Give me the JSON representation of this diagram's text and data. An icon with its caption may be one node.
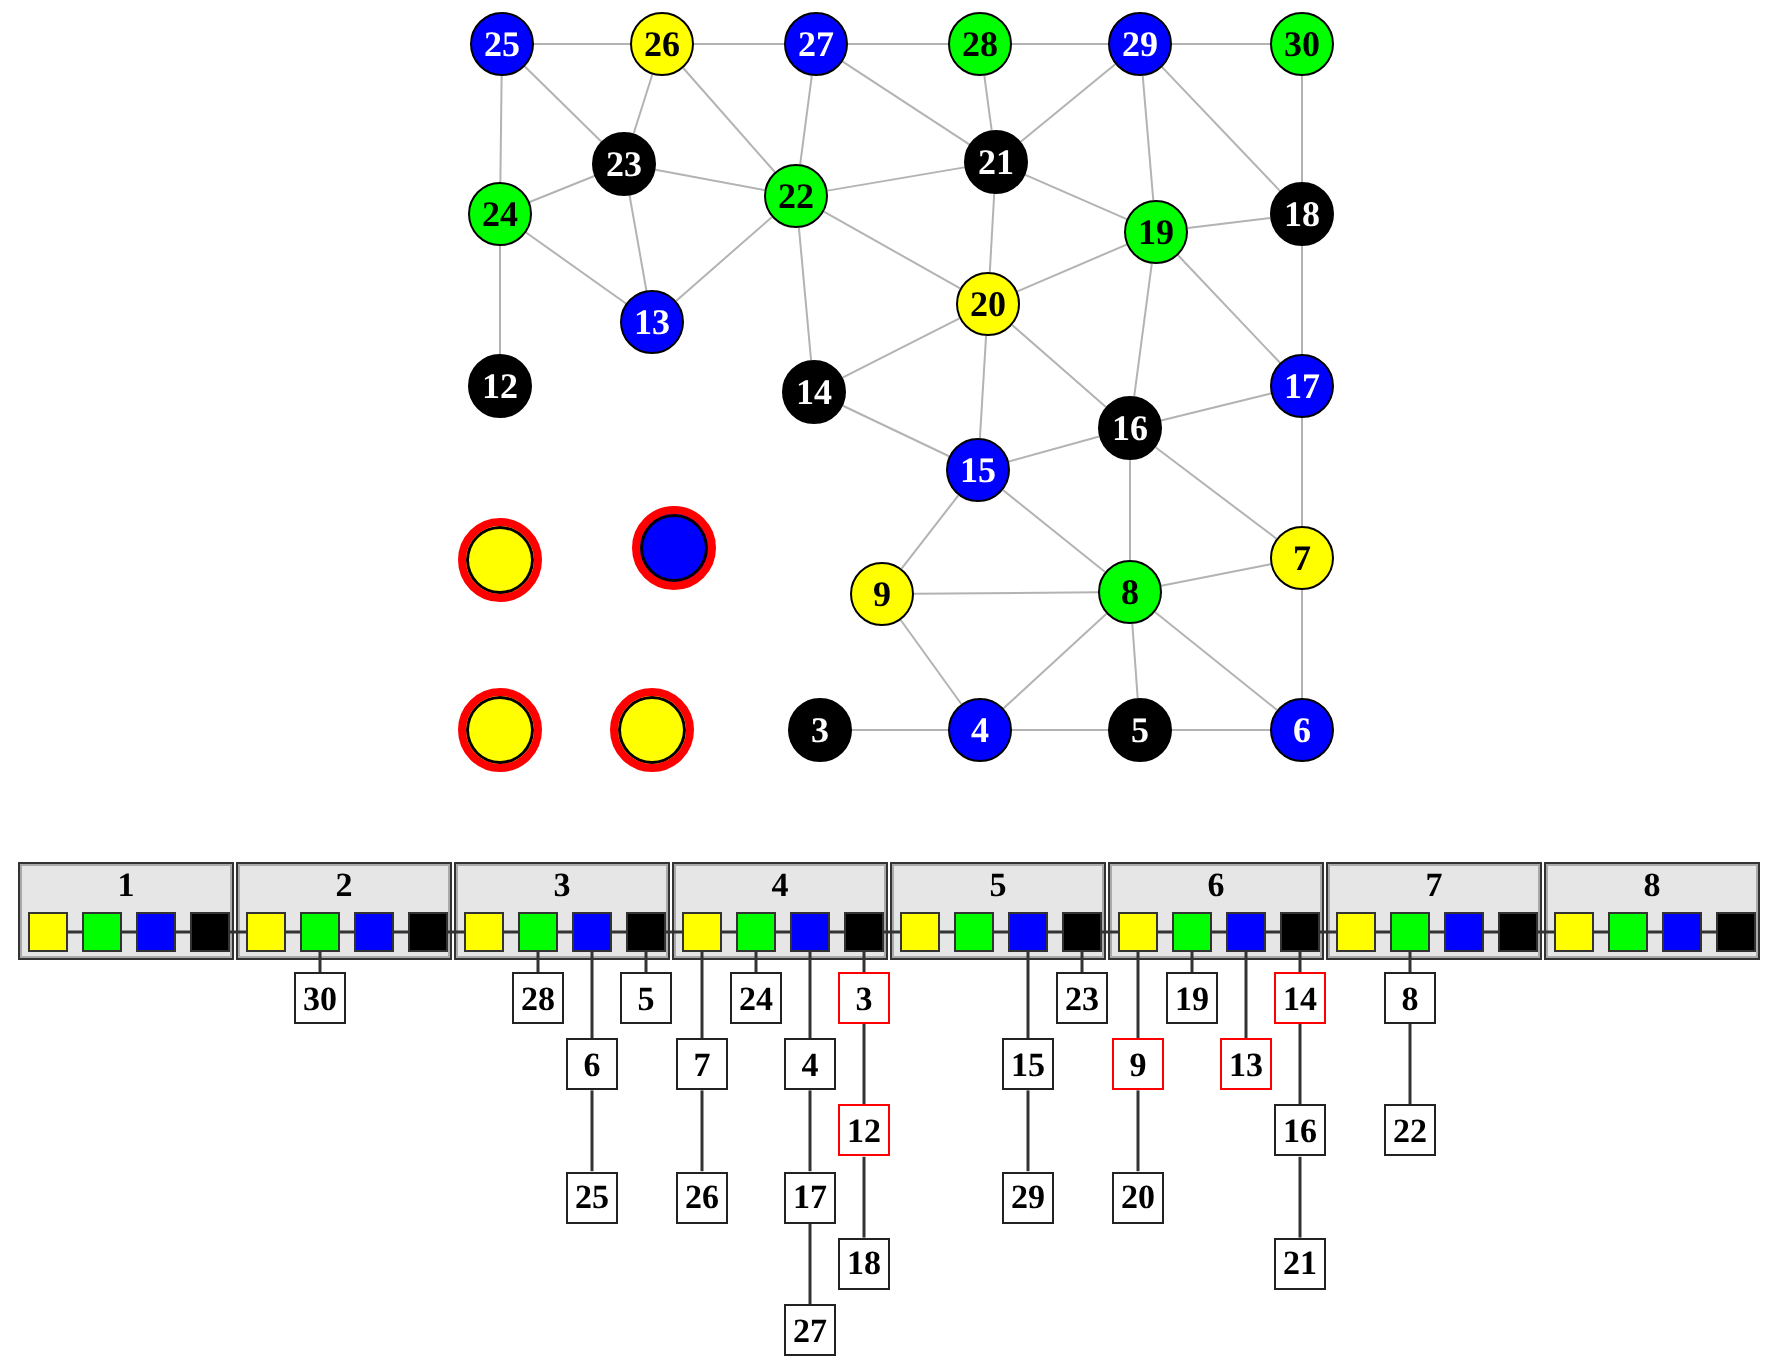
{
  "diagram": {
    "nodes": [
      {
        "text": [
          "25"
        ]
      },
      {
        "text": [
          "26"
        ]
      },
      {
        "text": [
          "27"
        ]
      },
      {
        "text": [
          "28"
        ]
      },
      {
        "text": [
          "29"
        ]
      },
      {
        "text": [
          "30"
        ]
      },
      {
        "text": [
          "23"
        ]
      },
      {
        "text": [
          "21"
        ]
      },
      {
        "text": [
          "24"
        ]
      },
      {
        "text": [
          "22"
        ]
      },
      {
        "text": [
          "18"
        ]
      },
      {
        "text": [
          "19"
        ]
      },
      {
        "text": [
          "20"
        ]
      },
      {
        "text": [
          "13"
        ]
      },
      {
        "text": [
          "12"
        ]
      },
      {
        "text": [
          "14"
        ]
      },
      {
        "text": [
          "17"
        ]
      },
      {
        "text": [
          "16"
        ]
      },
      {
        "text": [
          "15"
        ]
      },
      {
        "text": [],
        "shape": "circle"
      },
      {
        "text": [],
        "shape": "circle"
      },
      {
        "text": [
          "7"
        ]
      },
      {
        "text": [
          "8"
        ]
      },
      {
        "text": [
          "9"
        ]
      },
      {
        "text": [],
        "shape": "circle"
      },
      {
        "text": [],
        "shape": "circle"
      },
      {
        "text": [
          "3"
        ]
      },
      {
        "text": [
          "4"
        ]
      },
      {
        "text": [
          "5"
        ]
      },
      {
        "text": [
          "6"
        ]
      },
      {
        "text": [
          "1"
        ]
      },
      {
        "text": [
          "2"
        ]
      },
      {
        "text": [
          "3"
        ]
      },
      {
        "text": [
          "4"
        ]
      },
      {
        "text": [
          "5"
        ]
      },
      {
        "text": [
          "6"
        ]
      },
      {
        "text": [
          "7"
        ]
      },
      {
        "text": [
          "8"
        ]
      },
      {
        "text": [],
        "shape": "box",
        "in": 30
      },
      {
        "text": [],
        "shape": "box",
        "in": 30
      },
      {
        "text": [],
        "shape": "box",
        "in": 30
      },
      {
        "text": [],
        "shape": "box",
        "in": 30
      },
      {
        "text": [],
        "shape": "box",
        "in": 31
      },
      {
        "text": [],
        "shape": "box",
        "in": 31
      },
      {
        "text": [],
        "shape": "box",
        "in": 31
      },
      {
        "text": [],
        "shape": "box",
        "in": 31
      },
      {
        "text": [],
        "shape": "box",
        "in": 32
      },
      {
        "text": [],
        "shape": "box",
        "in": 32
      },
      {
        "text": [],
        "shape": "box",
        "in": 32
      },
      {
        "text": [],
        "shape": "box",
        "in": 32
      },
      {
        "text": [],
        "shape": "box",
        "in": 33
      },
      {
        "text": [],
        "shape": "box",
        "in": 33
      },
      {
        "text": [],
        "shape": "box",
        "in": 33
      },
      {
        "text": [],
        "shape": "box",
        "in": 33
      },
      {
        "text": [],
        "shape": "box",
        "in": 34
      },
      {
        "text": [],
        "shape": "box",
        "in": 34
      },
      {
        "text": [],
        "shape": "box",
        "in": 34
      },
      {
        "text": [],
        "shape": "box",
        "in": 34
      },
      {
        "text": [],
        "shape": "box",
        "in": 35
      },
      {
        "text": [],
        "shape": "box",
        "in": 35
      },
      {
        "text": [],
        "shape": "box",
        "in": 35
      },
      {
        "text": [],
        "shape": "box",
        "in": 35
      },
      {
        "text": [],
        "shape": "box",
        "in": 36
      },
      {
        "text": [],
        "shape": "box",
        "in": 36
      },
      {
        "text": [],
        "shape": "box",
        "in": 36
      },
      {
        "text": [],
        "shape": "box",
        "in": 36
      },
      {
        "text": [],
        "shape": "box",
        "in": 37
      },
      {
        "text": [],
        "shape": "box",
        "in": 37
      },
      {
        "text": [],
        "shape": "box",
        "in": 37
      },
      {
        "text": [],
        "shape": "box",
        "in": 37
      },
      {
        "text": [
          "30"
        ]
      },
      {
        "text": [
          "28"
        ]
      },
      {
        "text": [
          "6"
        ]
      },
      {
        "text": [
          "25"
        ]
      },
      {
        "text": [
          "5"
        ]
      },
      {
        "text": [
          "7"
        ]
      },
      {
        "text": [
          "26"
        ]
      },
      {
        "text": [
          "24"
        ]
      },
      {
        "text": [
          "4"
        ]
      },
      {
        "text": [
          "17"
        ]
      },
      {
        "text": [
          "27"
        ]
      },
      {
        "text": [
          "3"
        ]
      },
      {
        "text": [
          "12"
        ]
      },
      {
        "text": [
          "18"
        ]
      },
      {
        "text": [
          "15"
        ]
      },
      {
        "text": [
          "29"
        ]
      },
      {
        "text": [
          "23"
        ]
      },
      {
        "text": [
          "9"
        ]
      },
      {
        "text": [
          "20"
        ]
      },
      {
        "text": [
          "19"
        ]
      },
      {
        "text": [
          "13"
        ]
      },
      {
        "text": [
          "14"
        ]
      },
      {
        "text": [
          "16"
        ]
      },
      {
        "text": [
          "21"
        ]
      },
      {
        "text": [
          "8"
        ]
      },
      {
        "text": [
          "22"
        ]
      }
    ],
    "edges": [
      {
        "from": 0,
        "to": 1,
        "arrow": "none",
        "color": "#b3b3b3"
      },
      {
        "from": 1,
        "to": 2,
        "arrow": "none",
        "color": "#b3b3b3"
      },
      {
        "from": 2,
        "to": 3,
        "arrow": "none",
        "color": "#b3b3b3"
      },
      {
        "from": 3,
        "to": 4,
        "arrow": "none",
        "color": "#b3b3b3"
      },
      {
        "from": 4,
        "to": 5,
        "arrow": "none",
        "color": "#b3b3b3"
      },
      {
        "from": 0,
        "to": 6,
        "arrow": "none",
        "color": "#b3b3b3"
      },
      {
        "from": 0,
        "to": 8,
        "arrow": "none",
        "color": "#b3b3b3"
      },
      {
        "from": 1,
        "to": 6,
        "arrow": "none",
        "color": "#b3b3b3"
      },
      {
        "from": 1,
        "to": 9,
        "arrow": "none",
        "color": "#b3b3b3"
      },
      {
        "from": 2,
        "to": 9,
        "arrow": "none",
        "color": "#b3b3b3"
      },
      {
        "from": 2,
        "to": 7,
        "arrow": "none",
        "color": "#b3b3b3"
      },
      {
        "from": 3,
        "to": 7,
        "arrow": "none",
        "color": "#b3b3b3"
      },
      {
        "from": 4,
        "to": 7,
        "arrow": "none",
        "color": "#b3b3b3"
      },
      {
        "from": 4,
        "to": 11,
        "arrow": "none",
        "color": "#b3b3b3"
      },
      {
        "from": 4,
        "to": 10,
        "arrow": "none",
        "color": "#b3b3b3"
      },
      {
        "from": 5,
        "to": 10,
        "arrow": "none",
        "color": "#b3b3b3"
      },
      {
        "from": 6,
        "to": 8,
        "arrow": "none",
        "color": "#b3b3b3"
      },
      {
        "from": 6,
        "to": 9,
        "arrow": "none",
        "color": "#b3b3b3"
      },
      {
        "from": 6,
        "to": 13,
        "arrow": "none",
        "color": "#b3b3b3"
      },
      {
        "from": 8,
        "to": 13,
        "arrow": "none",
        "color": "#b3b3b3"
      },
      {
        "from": 8,
        "to": 14,
        "arrow": "none",
        "color": "#b3b3b3"
      },
      {
        "from": 9,
        "to": 13,
        "arrow": "none",
        "color": "#b3b3b3"
      },
      {
        "from": 9,
        "to": 7,
        "arrow": "none",
        "color": "#b3b3b3"
      },
      {
        "from": 9,
        "to": 12,
        "arrow": "none",
        "color": "#b3b3b3"
      },
      {
        "from": 9,
        "to": 15,
        "arrow": "none",
        "color": "#b3b3b3"
      },
      {
        "from": 7,
        "to": 11,
        "arrow": "none",
        "color": "#b3b3b3"
      },
      {
        "from": 7,
        "to": 12,
        "arrow": "none",
        "color": "#b3b3b3"
      },
      {
        "from": 11,
        "to": 10,
        "arrow": "none",
        "color": "#b3b3b3"
      },
      {
        "from": 11,
        "to": 12,
        "arrow": "none",
        "color": "#b3b3b3"
      },
      {
        "from": 11,
        "to": 16,
        "arrow": "none",
        "color": "#b3b3b3"
      },
      {
        "from": 11,
        "to": 17,
        "arrow": "none",
        "color": "#b3b3b3"
      },
      {
        "from": 10,
        "to": 16,
        "arrow": "none",
        "color": "#b3b3b3"
      },
      {
        "from": 12,
        "to": 15,
        "arrow": "none",
        "color": "#b3b3b3"
      },
      {
        "from": 12,
        "to": 18,
        "arrow": "none",
        "color": "#b3b3b3"
      },
      {
        "from": 12,
        "to": 17,
        "arrow": "none",
        "color": "#b3b3b3"
      },
      {
        "from": 15,
        "to": 18,
        "arrow": "none",
        "color": "#b3b3b3"
      },
      {
        "from": 16,
        "to": 17,
        "arrow": "none",
        "color": "#b3b3b3"
      },
      {
        "from": 16,
        "to": 21,
        "arrow": "none",
        "color": "#b3b3b3"
      },
      {
        "from": 17,
        "to": 18,
        "arrow": "none",
        "color": "#b3b3b3"
      },
      {
        "from": 17,
        "to": 22,
        "arrow": "none",
        "color": "#b3b3b3"
      },
      {
        "from": 17,
        "to": 21,
        "arrow": "none",
        "color": "#b3b3b3"
      },
      {
        "from": 18,
        "to": 23,
        "arrow": "none",
        "color": "#b3b3b3"
      },
      {
        "from": 18,
        "to": 22,
        "arrow": "none",
        "color": "#b3b3b3"
      },
      {
        "from": 23,
        "to": 22,
        "arrow": "none",
        "color": "#b3b3b3"
      },
      {
        "from": 23,
        "to": 27,
        "arrow": "none",
        "color": "#b3b3b3"
      },
      {
        "from": 22,
        "to": 21,
        "arrow": "none",
        "color": "#b3b3b3"
      },
      {
        "from": 22,
        "to": 27,
        "arrow": "none",
        "color": "#b3b3b3"
      },
      {
        "from": 22,
        "to": 28,
        "arrow": "none",
        "color": "#b3b3b3"
      },
      {
        "from": 22,
        "to": 29,
        "arrow": "none",
        "color": "#b3b3b3"
      },
      {
        "from": 21,
        "to": 29,
        "arrow": "none",
        "color": "#b3b3b3"
      },
      {
        "from": 26,
        "to": 27,
        "arrow": "none",
        "color": "#b3b3b3"
      },
      {
        "from": 27,
        "to": 28,
        "arrow": "none",
        "color": "#b3b3b3"
      },
      {
        "from": 28,
        "to": 29,
        "arrow": "none",
        "color": "#b3b3b3"
      },
      {
        "from": 38,
        "to": 39,
        "arrow": "none"
      },
      {
        "from": 39,
        "to": 40,
        "arrow": "none"
      },
      {
        "from": 40,
        "to": 41,
        "arrow": "none"
      },
      {
        "from": 41,
        "to": 42,
        "arrow": "none"
      },
      {
        "from": 42,
        "to": 43,
        "arrow": "none"
      },
      {
        "from": 43,
        "to": 44,
        "arrow": "none"
      },
      {
        "from": 44,
        "to": 45,
        "arrow": "none"
      },
      {
        "from": 45,
        "to": 46,
        "arrow": "none"
      },
      {
        "from": 46,
        "to": 47,
        "arrow": "none"
      },
      {
        "from": 47,
        "to": 48,
        "arrow": "none"
      },
      {
        "from": 48,
        "to": 49,
        "arrow": "none"
      },
      {
        "from": 49,
        "to": 50,
        "arrow": "none"
      },
      {
        "from": 50,
        "to": 51,
        "arrow": "none"
      },
      {
        "from": 51,
        "to": 52,
        "arrow": "none"
      },
      {
        "from": 52,
        "to": 53,
        "arrow": "none"
      },
      {
        "from": 53,
        "to": 54,
        "arrow": "none"
      },
      {
        "from": 54,
        "to": 55,
        "arrow": "none"
      },
      {
        "from": 55,
        "to": 56,
        "arrow": "none"
      },
      {
        "from": 56,
        "to": 57,
        "arrow": "none"
      },
      {
        "from": 57,
        "to": 58,
        "arrow": "none"
      },
      {
        "from": 58,
        "to": 59,
        "arrow": "none"
      },
      {
        "from": 59,
        "to": 60,
        "arrow": "none"
      },
      {
        "from": 60,
        "to": 61,
        "arrow": "none"
      },
      {
        "from": 61,
        "to": 62,
        "arrow": "none"
      },
      {
        "from": 62,
        "to": 63,
        "arrow": "none"
      },
      {
        "from": 63,
        "to": 64,
        "arrow": "none"
      },
      {
        "from": 64,
        "to": 65,
        "arrow": "none"
      },
      {
        "from": 65,
        "to": 66,
        "arrow": "none"
      },
      {
        "from": 66,
        "to": 67,
        "arrow": "none"
      },
      {
        "from": 67,
        "to": 68,
        "arrow": "none"
      },
      {
        "from": 68,
        "to": 69,
        "arrow": "none"
      },
      {
        "from": 43,
        "to": 70,
        "arrow": "none"
      },
      {
        "from": 47,
        "to": 71,
        "arrow": "none"
      },
      {
        "from": 48,
        "to": 72,
        "arrow": "none"
      },
      {
        "from": 72,
        "to": 73,
        "arrow": "none"
      },
      {
        "from": 49,
        "to": 74,
        "arrow": "none"
      },
      {
        "from": 50,
        "to": 75,
        "arrow": "none"
      },
      {
        "from": 75,
        "to": 76,
        "arrow": "none"
      },
      {
        "from": 51,
        "to": 77,
        "arrow": "none"
      },
      {
        "from": 52,
        "to": 78,
        "arrow": "none"
      },
      {
        "from": 78,
        "to": 79,
        "arrow": "none"
      },
      {
        "from": 79,
        "to": 80,
        "arrow": "none"
      },
      {
        "from": 53,
        "to": 81,
        "arrow": "none"
      },
      {
        "from": 81,
        "to": 82,
        "arrow": "none"
      },
      {
        "from": 82,
        "to": 83,
        "arrow": "none"
      },
      {
        "from": 56,
        "to": 84,
        "arrow": "none"
      },
      {
        "from": 84,
        "to": 85,
        "arrow": "none"
      },
      {
        "from": 57,
        "to": 86,
        "arrow": "none"
      },
      {
        "from": 58,
        "to": 87,
        "arrow": "none"
      },
      {
        "from": 87,
        "to": 88,
        "arrow": "none"
      },
      {
        "from": 59,
        "to": 89,
        "arrow": "none"
      },
      {
        "from": 60,
        "to": 90,
        "arrow": "none"
      },
      {
        "from": 61,
        "to": 91,
        "arrow": "none"
      },
      {
        "from": 91,
        "to": 92,
        "arrow": "none"
      },
      {
        "from": 92,
        "to": 93,
        "arrow": "none"
      },
      {
        "from": 63,
        "to": 94,
        "arrow": "none"
      },
      {
        "from": 94,
        "to": 95,
        "arrow": "none"
      }
    ]
  }
}
